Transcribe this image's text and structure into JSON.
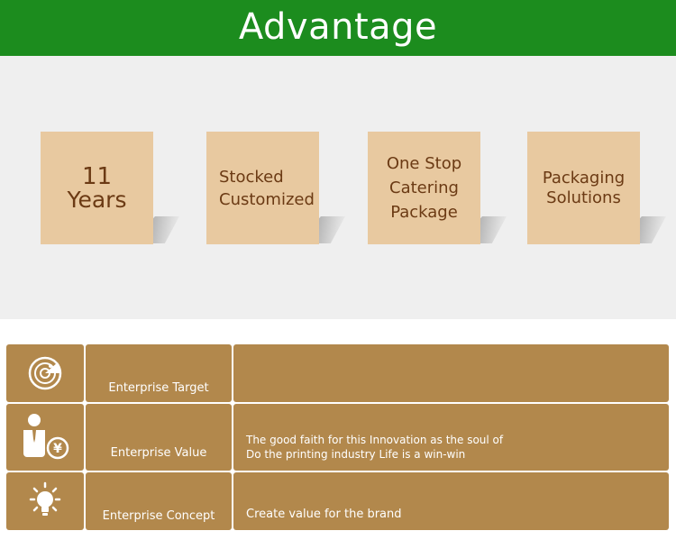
{
  "header": {
    "title": "Advantage"
  },
  "advantages": [
    {
      "lines": [
        "11",
        "Years"
      ]
    },
    {
      "lines": [
        "Stocked",
        "Customized"
      ]
    },
    {
      "lines": [
        "One Stop",
        "Catering",
        "Package"
      ]
    },
    {
      "lines": [
        "Packaging",
        "Solutions"
      ]
    }
  ],
  "enterprise": {
    "rows": [
      {
        "icon": "target-radar-icon",
        "label": "Enterprise Target",
        "description": []
      },
      {
        "icon": "person-yen-icon",
        "label": "Enterprise Value",
        "description": [
          "The good faith for this Innovation as the soul of",
          "Do the printing industry Life is a win-win"
        ]
      },
      {
        "icon": "lightbulb-icon",
        "label": "Enterprise Concept",
        "description": [
          "Create value for the brand"
        ]
      }
    ]
  },
  "colors": {
    "header_green": "#1c8c1e",
    "card_tan": "#e8c9a0",
    "card_text": "#6b3a14",
    "table_brown": "#b2884c",
    "panel_gray": "#efefef"
  }
}
